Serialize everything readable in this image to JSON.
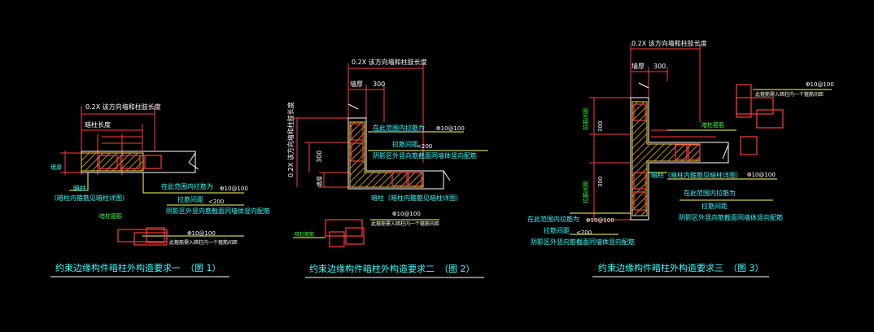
{
  "colors": {
    "background": "#000000",
    "frame": "#ffffff",
    "dimension": "#ff3b3b",
    "hatch": "#ffcc33",
    "rebar": "#ffff66",
    "cyan": "#33ffff",
    "white_text": "#ffffff",
    "green": "#33ff33",
    "magenta": "#ff66ff"
  },
  "fig1": {
    "dim_title": "0.2X 该方向墙和柱肢长度",
    "dim_sub": "暗柱长度",
    "wall_thk": "墙厚",
    "left_label_1": "暗柱",
    "left_label_2": "（暗柱内箍筋见暗柱详图）",
    "note_1": "在此范围内拉筋为",
    "note_1_val": "Φ10@100",
    "note_2": "拉筋间距",
    "note_2_val": "<200",
    "note_3": "阴影区外竖向筋截面同墙体竖向配筋",
    "tie_label": "暗柱箍筋",
    "tie_val": "Φ10@100",
    "tie_note": "此箍筋需入暗柱内一个箍筋间距",
    "caption": "约束边缘构件暗柱外构造要求一",
    "fig_no": "（图 1）"
  },
  "fig2": {
    "dim_title": "0.2X 该方向墙和柱肢长度",
    "wall_thk": "墙厚",
    "dim_300": "300",
    "left_dim": "0.2X 该方向墙和柱肢长度",
    "left_300": "300",
    "left_thk": "墙厚",
    "note_1": "在此范围内拉筋为",
    "note_1_val": "Φ10@100",
    "note_2": "拉筋间距",
    "note_2_val": "<200",
    "note_3": "阴影区外竖向筋截面同墙体竖向配筋",
    "col_label": "暗柱（暗柱内箍筋见暗柱详图）",
    "tie_val": "Φ10@100",
    "tie_note": "此箍筋需入暗柱内一个箍筋间距",
    "tie_label": "暗柱箍筋",
    "caption": "约束边缘构件暗柱外构造要求二",
    "fig_no": "（图 2）"
  },
  "fig3": {
    "dim_title": "0.2X 该方向墙和柱肢长度",
    "wall_thk": "墙厚",
    "dim_300": "300",
    "left_a": "拉筋间距",
    "left_b": "300",
    "left_c": "拉筋间距",
    "left_d": "300",
    "tie_val": "Φ10@100",
    "tie_note": "此箍筋需入暗柱内一个箍筋间距",
    "tie_label": "暗柱箍筋",
    "col_label": "暗柱（暗柱内箍筋见暗柱详图）",
    "col_val": "Φ10@100",
    "note_1": "在此范围内拉筋为",
    "note_2": "拉筋间距",
    "note_3": "阴影区外竖向筋截面同墙体竖向配筋",
    "left_note_1": "在此范围内拉筋为",
    "left_note_1_val": "Φ10@100",
    "left_note_2": "拉筋间距",
    "left_note_2_val": "<200",
    "left_note_3": "阴影区外竖向筋截面同墙体竖向配筋",
    "caption": "约束边缘构件暗柱外构造要求三",
    "fig_no": "（图 3）"
  }
}
